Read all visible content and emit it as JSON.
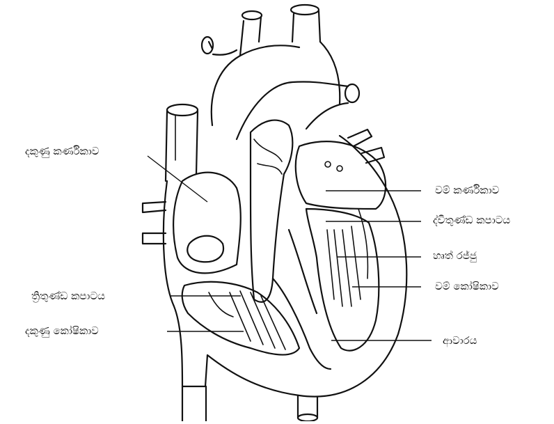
{
  "labels": {
    "right_atrium": "දකුණු කර්ණිකාව",
    "left_atrium": "වම් කර්ණිකාව",
    "bicuspid_valve": "ද්විතුණ්ඩ කපාටය",
    "chordae_tendineae": "හෘත් රජ්ජු",
    "left_ventricle": "වම් කෝෂිකාව",
    "tricuspid_valve": "ත්‍රිතුණ්ඩ කපාටය",
    "right_ventricle": "දකුණු  කෝෂිකාව",
    "septum": "ආවාරය"
  }
}
